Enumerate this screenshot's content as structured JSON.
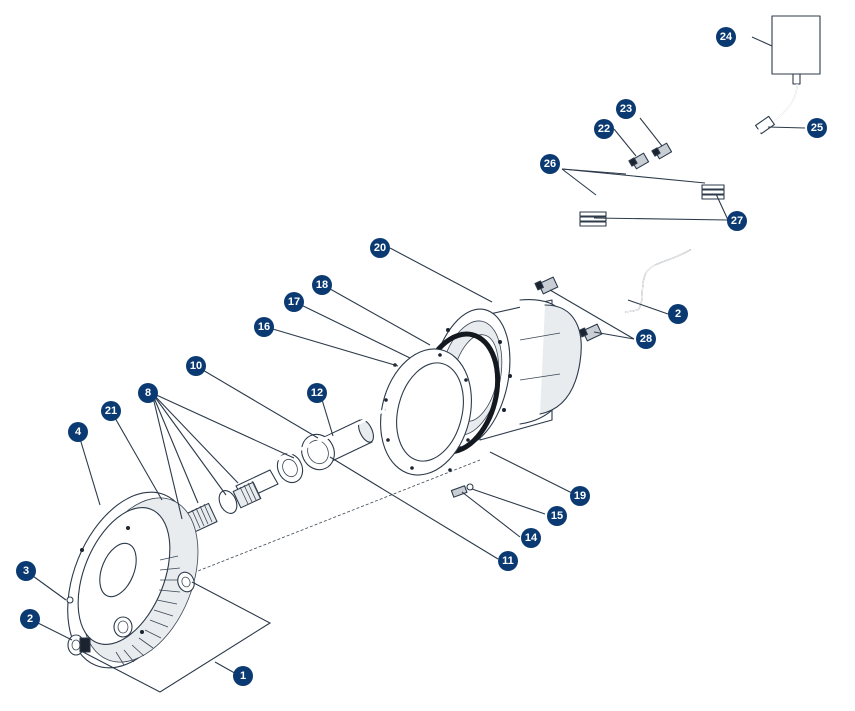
{
  "diagram": {
    "type": "exploded-parts-view",
    "accent_color": "#0b3a73",
    "callouts": [
      {
        "id": "c1",
        "label": "1"
      },
      {
        "id": "c2a",
        "label": "2"
      },
      {
        "id": "c2b",
        "label": "2"
      },
      {
        "id": "c3",
        "label": "3"
      },
      {
        "id": "c4",
        "label": "4"
      },
      {
        "id": "c8",
        "label": "8"
      },
      {
        "id": "c10",
        "label": "10"
      },
      {
        "id": "c11",
        "label": "11"
      },
      {
        "id": "c12",
        "label": "12"
      },
      {
        "id": "c14",
        "label": "14"
      },
      {
        "id": "c15",
        "label": "15"
      },
      {
        "id": "c16",
        "label": "16"
      },
      {
        "id": "c17",
        "label": "17"
      },
      {
        "id": "c18",
        "label": "18"
      },
      {
        "id": "c19",
        "label": "19"
      },
      {
        "id": "c20",
        "label": "20"
      },
      {
        "id": "c21",
        "label": "21"
      },
      {
        "id": "c22",
        "label": "22"
      },
      {
        "id": "c23",
        "label": "23"
      },
      {
        "id": "c24",
        "label": "24"
      },
      {
        "id": "c25",
        "label": "25"
      },
      {
        "id": "c26",
        "label": "26"
      },
      {
        "id": "c27",
        "label": "27"
      },
      {
        "id": "c28",
        "label": "28"
      }
    ]
  }
}
